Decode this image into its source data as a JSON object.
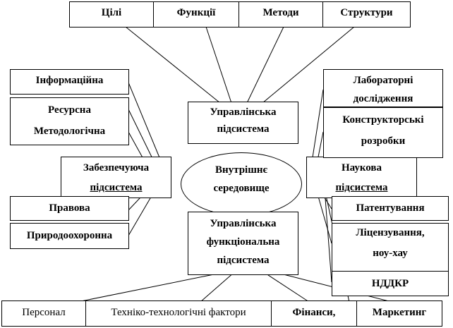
{
  "top_row": [
    "Цілі",
    "Функції",
    "Методи",
    "Структури"
  ],
  "center": {
    "management_subsystem": [
      "Управлінська",
      "підсистема"
    ],
    "internal_environment": [
      "Внутрішнє",
      "середовище"
    ],
    "functional_subsystem": [
      "Управлінська",
      "функціональна",
      "підсистема"
    ]
  },
  "left": {
    "information": "Інформаційна",
    "resource": "Ресурсна",
    "methodological": "Методологічна",
    "support_subsystem": [
      "Забезпечуюча",
      "підсистема"
    ],
    "legal": "Правова",
    "environmental": "Природоохоронна"
  },
  "right": {
    "lab_research": [
      "Лабораторні",
      "дослідження"
    ],
    "design": [
      "Конструкторські",
      "розробки"
    ],
    "science_subsystem": [
      "Наукова",
      "підсистема"
    ],
    "patenting": "Патентування",
    "licensing": [
      "Ліцензування,",
      "ноу-хау"
    ],
    "rnd": "НДДКР"
  },
  "bottom_row": [
    "Персонал",
    "Техніко-технологічні фактори",
    "Фінанси,",
    "Маркетинг"
  ]
}
